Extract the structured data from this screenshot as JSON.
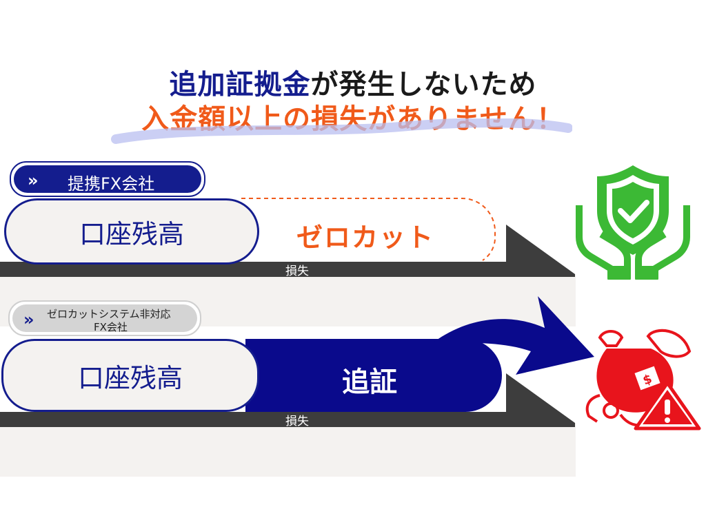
{
  "headline": {
    "line1_highlight": "追加証拠金",
    "line1_rest": "が発生しないため",
    "line2": "入金額以上の損失がありません！"
  },
  "row1": {
    "tag_chevron": "»",
    "tag_label": "提携FX会社",
    "balance_label": "口座残高",
    "outcome_label": "ゼロカット",
    "loss_label": "損失"
  },
  "row2": {
    "tag_chevron": "»",
    "tag_label_line1": "ゼロカットシステム非対応",
    "tag_label_line2": "FX会社",
    "balance_label": "口座残高",
    "outcome_label": "追証",
    "loss_label": "損失"
  },
  "colors": {
    "navy": "#141d8e",
    "orange": "#f05a1a",
    "green": "#3cb935",
    "red": "#e8141c",
    "dark_gray": "#3d3d3d"
  },
  "icons": {
    "safe": "shield-hands-check-icon",
    "danger": "money-bag-falling-warning-icon"
  }
}
